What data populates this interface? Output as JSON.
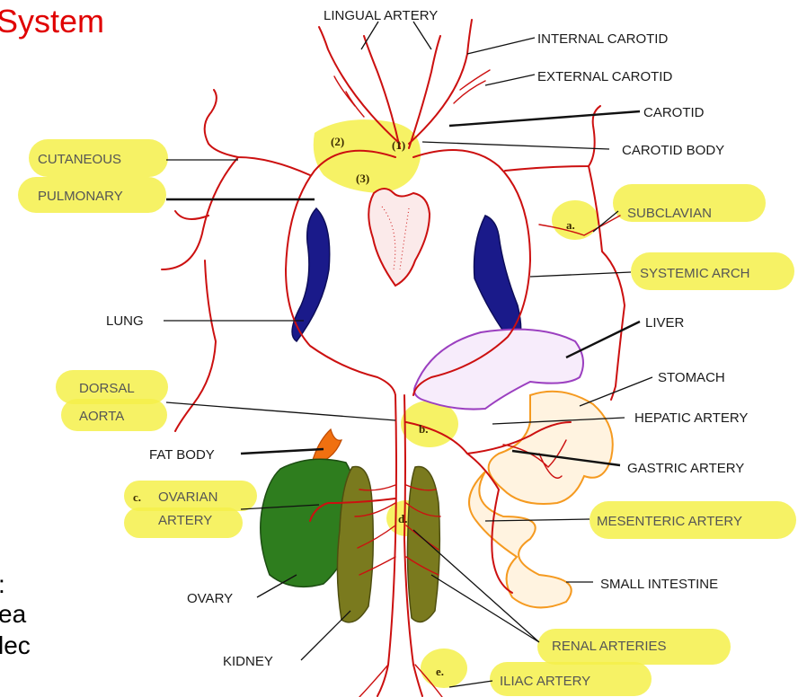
{
  "title": "System",
  "fragments": [
    ":",
    "ea",
    "lec"
  ],
  "labels": {
    "lingual_artery": "LINGUAL ARTERY",
    "internal_carotid": "INTERNAL CAROTID",
    "external_carotid": "EXTERNAL CAROTID",
    "carotid": "CAROTID",
    "carotid_body": "CAROTID BODY",
    "cutaneous": "CUTANEOUS",
    "pulmonary": "PULMONARY",
    "subclavian": "SUBCLAVIAN",
    "systemic_arch": "SYSTEMIC ARCH",
    "lung": "LUNG",
    "liver": "LIVER",
    "stomach": "STOMACH",
    "dorsal_aorta_1": "DORSAL",
    "dorsal_aorta_2": "AORTA",
    "hepatic_artery": "HEPATIC ARTERY",
    "fat_body": "FAT BODY",
    "gastric_artery": "GASTRIC ARTERY",
    "ovarian_artery_1": "OVARIAN",
    "ovarian_artery_2": "ARTERY",
    "mesenteric_artery": "MESENTERIC ARTERY",
    "ovary": "OVARY",
    "small_intestine": "SMALL INTESTINE",
    "kidney": "KIDNEY",
    "renal_arteries": "RENAL ARTERIES",
    "iliac_artery": "ILIAC ARTERY"
  },
  "markers": {
    "a": "a.",
    "b": "b.",
    "c": "c.",
    "d": "d.",
    "e": "e.",
    "n1": "(1)",
    "n2": "(2)",
    "n3": "(3)"
  },
  "colors": {
    "vessel": "#cc1010",
    "lung": "#1a1a8a",
    "liver": "#9b3fc0",
    "intestine": "#f59a20",
    "ovary": "#2e7d1e",
    "kidney": "#7a7a1e",
    "fat_body": "#f07010",
    "highlight": "#f5f04a",
    "title": "#e00000"
  }
}
